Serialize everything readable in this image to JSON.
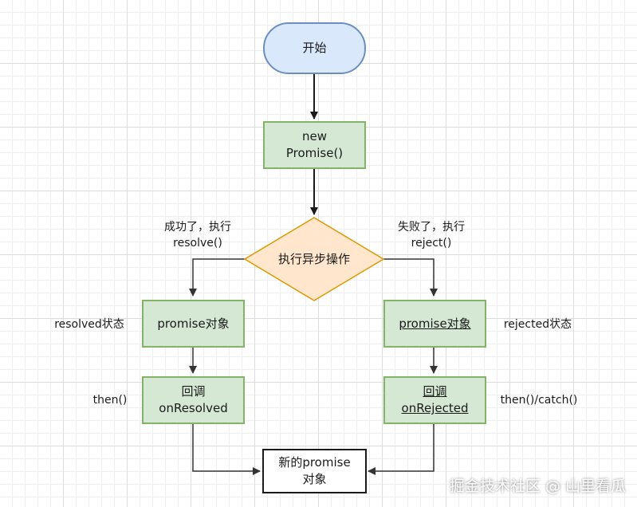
{
  "nodes": {
    "start": "开始",
    "new_promise": [
      "new",
      "Promise()"
    ],
    "async_op": "执行异步操作",
    "promise_left": "promise对象",
    "promise_right": "promise对象",
    "callback_left": [
      "回调",
      "onResolved"
    ],
    "callback_right": [
      "回调",
      "onRejected"
    ],
    "new_promise_obj": [
      "新的promise",
      "对象"
    ]
  },
  "labels": {
    "success": [
      "成功了，执行",
      "resolve()"
    ],
    "failure": [
      "失败了，执行",
      "reject()"
    ],
    "resolved_state": "resolved状态",
    "rejected_state": "rejected状态",
    "then_left": "then()",
    "then_catch": "then()/catch()"
  },
  "watermark": "掘金技术社区 @ 山里看瓜",
  "colors": {
    "start_fill": "#dae8fc",
    "start_border": "#6c8ebf",
    "process_fill": "#d5e8d4",
    "process_border": "#82b366",
    "decision_fill": "#ffe6cc",
    "decision_border": "#d79b00"
  }
}
